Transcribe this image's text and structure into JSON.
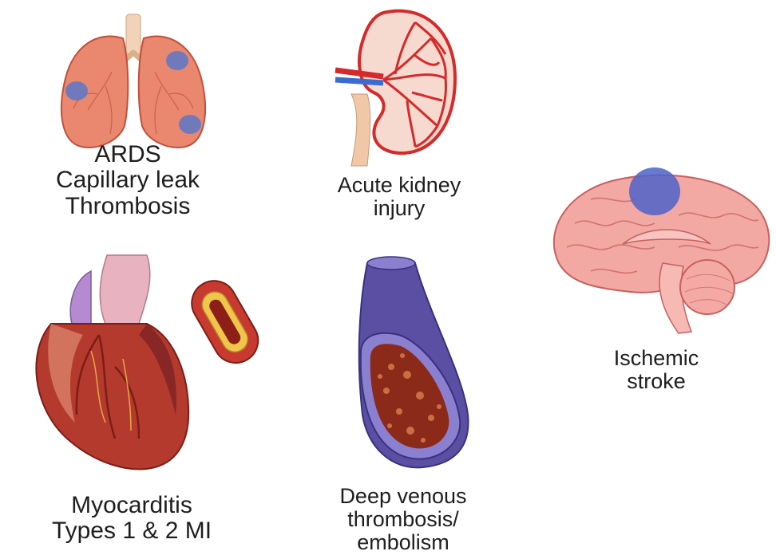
{
  "panels": {
    "lungs": {
      "icon": "lungs-icon",
      "lines": [
        "ARDS",
        "Capillary leak",
        "Thrombosis"
      ],
      "colors": {
        "tissue": "#e9876f",
        "tissue_dark": "#c0503b",
        "highlight": "#5b78c9",
        "trachea": "#f3d3b8"
      }
    },
    "kidney": {
      "icon": "kidney-icon",
      "lines": [
        "Acute kidney",
        "injury"
      ],
      "colors": {
        "cortex": "#f6d9cf",
        "vessel": "#d42a2a",
        "vein": "#3b6bd1",
        "ureter": "#f0c7a7"
      }
    },
    "brain": {
      "icon": "brain-icon",
      "lines": [
        "Ischemic",
        "stroke"
      ],
      "colors": {
        "tissue": "#f2a8a3",
        "tissue_dark": "#c8605e",
        "ischemia": "#4d63c8"
      }
    },
    "heart": {
      "icon": "heart-icon",
      "lines": [
        "Myocarditis",
        "Types 1 & 2  MI"
      ],
      "colors": {
        "muscle": "#b43a2e",
        "muscle_light": "#e59a7d",
        "vessel": "#7c1d16",
        "plaque": "#f0c64a"
      }
    },
    "vein": {
      "icon": "vein-icon",
      "lines": [
        "Deep venous",
        "thrombosis/",
        "embolism"
      ],
      "colors": {
        "wall": "#5a4fa3",
        "wall_light": "#8b7fd0",
        "clot": "#8c2a1a",
        "clot_light": "#d77a4a"
      }
    }
  }
}
